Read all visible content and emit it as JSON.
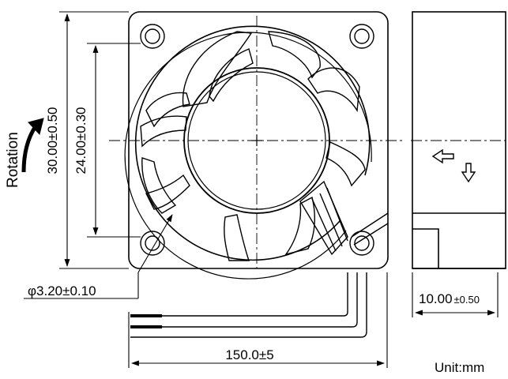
{
  "labels": {
    "rotation": "Rotation",
    "outer_size": "30.00±0.50",
    "hole_pitch": "24.00±0.30",
    "hole_diameter": "φ3.20±0.10",
    "thickness_main": "10.00",
    "thickness_tol": "±0.50",
    "lead_length": "150.0±5",
    "unit": "Unit:mm"
  }
}
